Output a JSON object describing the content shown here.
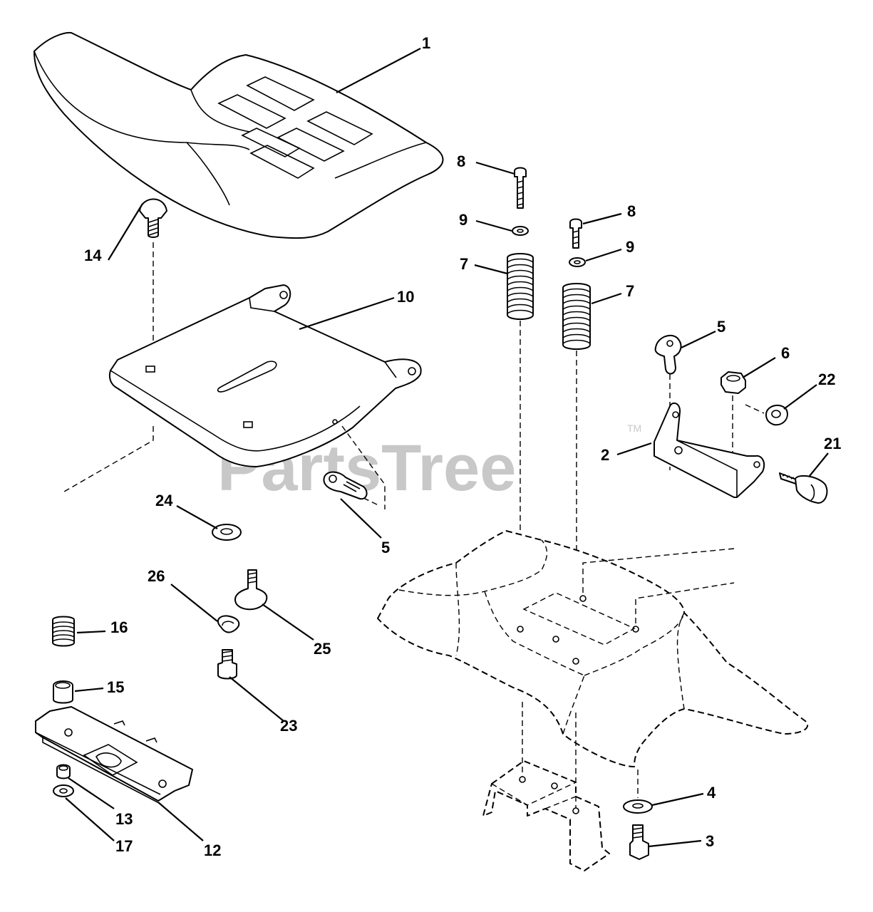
{
  "watermark": {
    "text": "PartsTree",
    "mark": "TM"
  },
  "callouts": {
    "seat": "1",
    "bracket_right": "2",
    "bolt_bottom": "3",
    "washer_bottom": "4",
    "clip_right": "5",
    "clip_left": "5",
    "nut_right": "6",
    "spring_left": "7",
    "spring_right": "7",
    "screw_left": "8",
    "screw_right": "8",
    "washer_left": "9",
    "washer_right": "9",
    "seat_pan": "10",
    "slide_rail": "12",
    "rail_nut": "13",
    "carriage_bolt": "14",
    "rail_bushing": "15",
    "rail_spring": "16",
    "rail_washer": "17",
    "knob": "21",
    "knob_nut": "22",
    "shoulder_screw": "23",
    "flat_washer": "24",
    "shoulder_bolt": "25",
    "retaining_ring": "26"
  }
}
